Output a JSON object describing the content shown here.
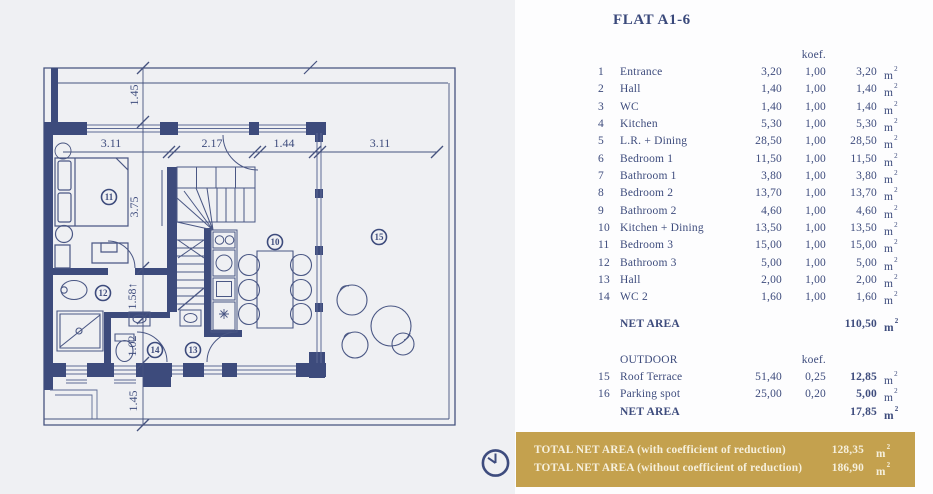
{
  "flat_table": {
    "title": "FLAT A1-6",
    "koef_header": "koef.",
    "unit": "m",
    "unit_sup": "2",
    "rows": [
      {
        "num": "1",
        "name": "Entrance",
        "area": "3,20",
        "koef": "1,00",
        "total": "3,20"
      },
      {
        "num": "2",
        "name": "Hall",
        "area": "1,40",
        "koef": "1,00",
        "total": "1,40"
      },
      {
        "num": "3",
        "name": "WC",
        "area": "1,40",
        "koef": "1,00",
        "total": "1,40"
      },
      {
        "num": "4",
        "name": "Kitchen",
        "area": "5,30",
        "koef": "1,00",
        "total": "5,30"
      },
      {
        "num": "5",
        "name": "L.R. + Dining",
        "area": "28,50",
        "koef": "1,00",
        "total": "28,50"
      },
      {
        "num": "6",
        "name": "Bedroom 1",
        "area": "11,50",
        "koef": "1,00",
        "total": "11,50"
      },
      {
        "num": "7",
        "name": "Bathroom 1",
        "area": "3,80",
        "koef": "1,00",
        "total": "3,80"
      },
      {
        "num": "8",
        "name": "Bedroom 2",
        "area": "13,70",
        "koef": "1,00",
        "total": "13,70"
      },
      {
        "num": "9",
        "name": "Bathroom 2",
        "area": "4,60",
        "koef": "1,00",
        "total": "4,60"
      },
      {
        "num": "10",
        "name": "Kitchen + Dining",
        "area": "13,50",
        "koef": "1,00",
        "total": "13,50"
      },
      {
        "num": "11",
        "name": "Bedroom 3",
        "area": "15,00",
        "koef": "1,00",
        "total": "15,00"
      },
      {
        "num": "12",
        "name": "Bathroom 3",
        "area": "5,00",
        "koef": "1,00",
        "total": "5,00"
      },
      {
        "num": "13",
        "name": "Hall",
        "area": "2,00",
        "koef": "1,00",
        "total": "2,00"
      },
      {
        "num": "14",
        "name": "WC 2",
        "area": "1,60",
        "koef": "1,00",
        "total": "1,60"
      }
    ],
    "net_area": {
      "label": "NET AREA",
      "value": "110,50"
    },
    "outdoor": {
      "label": "OUTDOOR",
      "koef_header": "koef.",
      "rows": [
        {
          "num": "15",
          "name": "Roof Terrace",
          "area": "51,40",
          "koef": "0,25",
          "total": "12,85"
        },
        {
          "num": "16",
          "name": "Parking spot",
          "area": "25,00",
          "koef": "0,20",
          "total": "5,00"
        }
      ],
      "net_area": {
        "label": "NET AREA",
        "value": "17,85"
      }
    }
  },
  "totals_banner": {
    "bg_color": "#C4A14E",
    "text_color": "#F6F0DD",
    "unit": "m",
    "unit_sup": "2",
    "rows": [
      {
        "label": "TOTAL NET AREA (with coefficient of reduction)",
        "value": "128,35"
      },
      {
        "label": "TOTAL NET AREA (without coefficient of reduction)",
        "value": "186,90"
      }
    ]
  },
  "floorplan": {
    "colors": {
      "wall": "#3D4B7C",
      "line": "#46537F",
      "background": "#EFF0F3"
    },
    "dims": {
      "terrace_top": "1.45",
      "span1": "3.11",
      "span2": "2.17",
      "span3": "1.44",
      "span4": "3.11",
      "bedroom_depth": "3.75",
      "stair": "1.58↑",
      "wc": "1.02",
      "terrace_bottom": "1.45"
    },
    "room_numbers": {
      "kitchen_dining": "10",
      "bedroom": "11",
      "bathroom": "12",
      "hall": "13",
      "wc": "14",
      "roof_terrace": "15"
    }
  }
}
